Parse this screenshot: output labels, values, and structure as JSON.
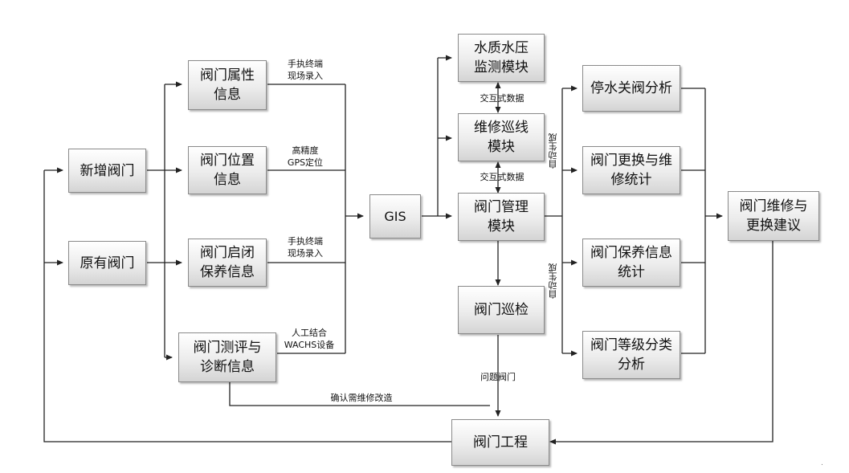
{
  "nodes": {
    "new_valve": "新增阀门",
    "existing_valve": "原有阀门",
    "valve_attr": [
      "阀门属性",
      "信息"
    ],
    "valve_pos": [
      "阀门位置",
      "信息"
    ],
    "valve_open": [
      "阀门启闭",
      "保养信息"
    ],
    "valve_eval": [
      "阀门测评与",
      "诊断信息"
    ],
    "gis": "GIS",
    "water_module": [
      "水质水压",
      "监测模块"
    ],
    "repair_module": [
      "维修巡线",
      "模块"
    ],
    "mgmt_module": [
      "阀门管理",
      "模块"
    ],
    "patrol": "阀门巡检",
    "project": "阀门工程",
    "stop_analysis": "停水关阀分析",
    "replace_stats": [
      "阀门更换与维",
      "修统计"
    ],
    "maint_stats": [
      "阀门保养信息",
      "统计"
    ],
    "grade_analysis": [
      "阀门等级分类",
      "分析"
    ],
    "advice": [
      "阀门维修与",
      "更换建议"
    ]
  },
  "labels": {
    "handheld_1": [
      "手执终端",
      "现场录入"
    ],
    "gps": [
      "高精度",
      "GPS定位"
    ],
    "handheld_2": [
      "手执终端",
      "现场录入"
    ],
    "manual_wachs": [
      "人工结合",
      "WACHS设备"
    ],
    "interactive_1": "交互式数据",
    "interactive_2": "交互式数据",
    "auto_gen_1": "自动生成",
    "auto_gen_2": "自动生成",
    "problem_valve": "问题阀门",
    "confirm_repair": "确认需维修改造"
  },
  "corner_mark": "."
}
